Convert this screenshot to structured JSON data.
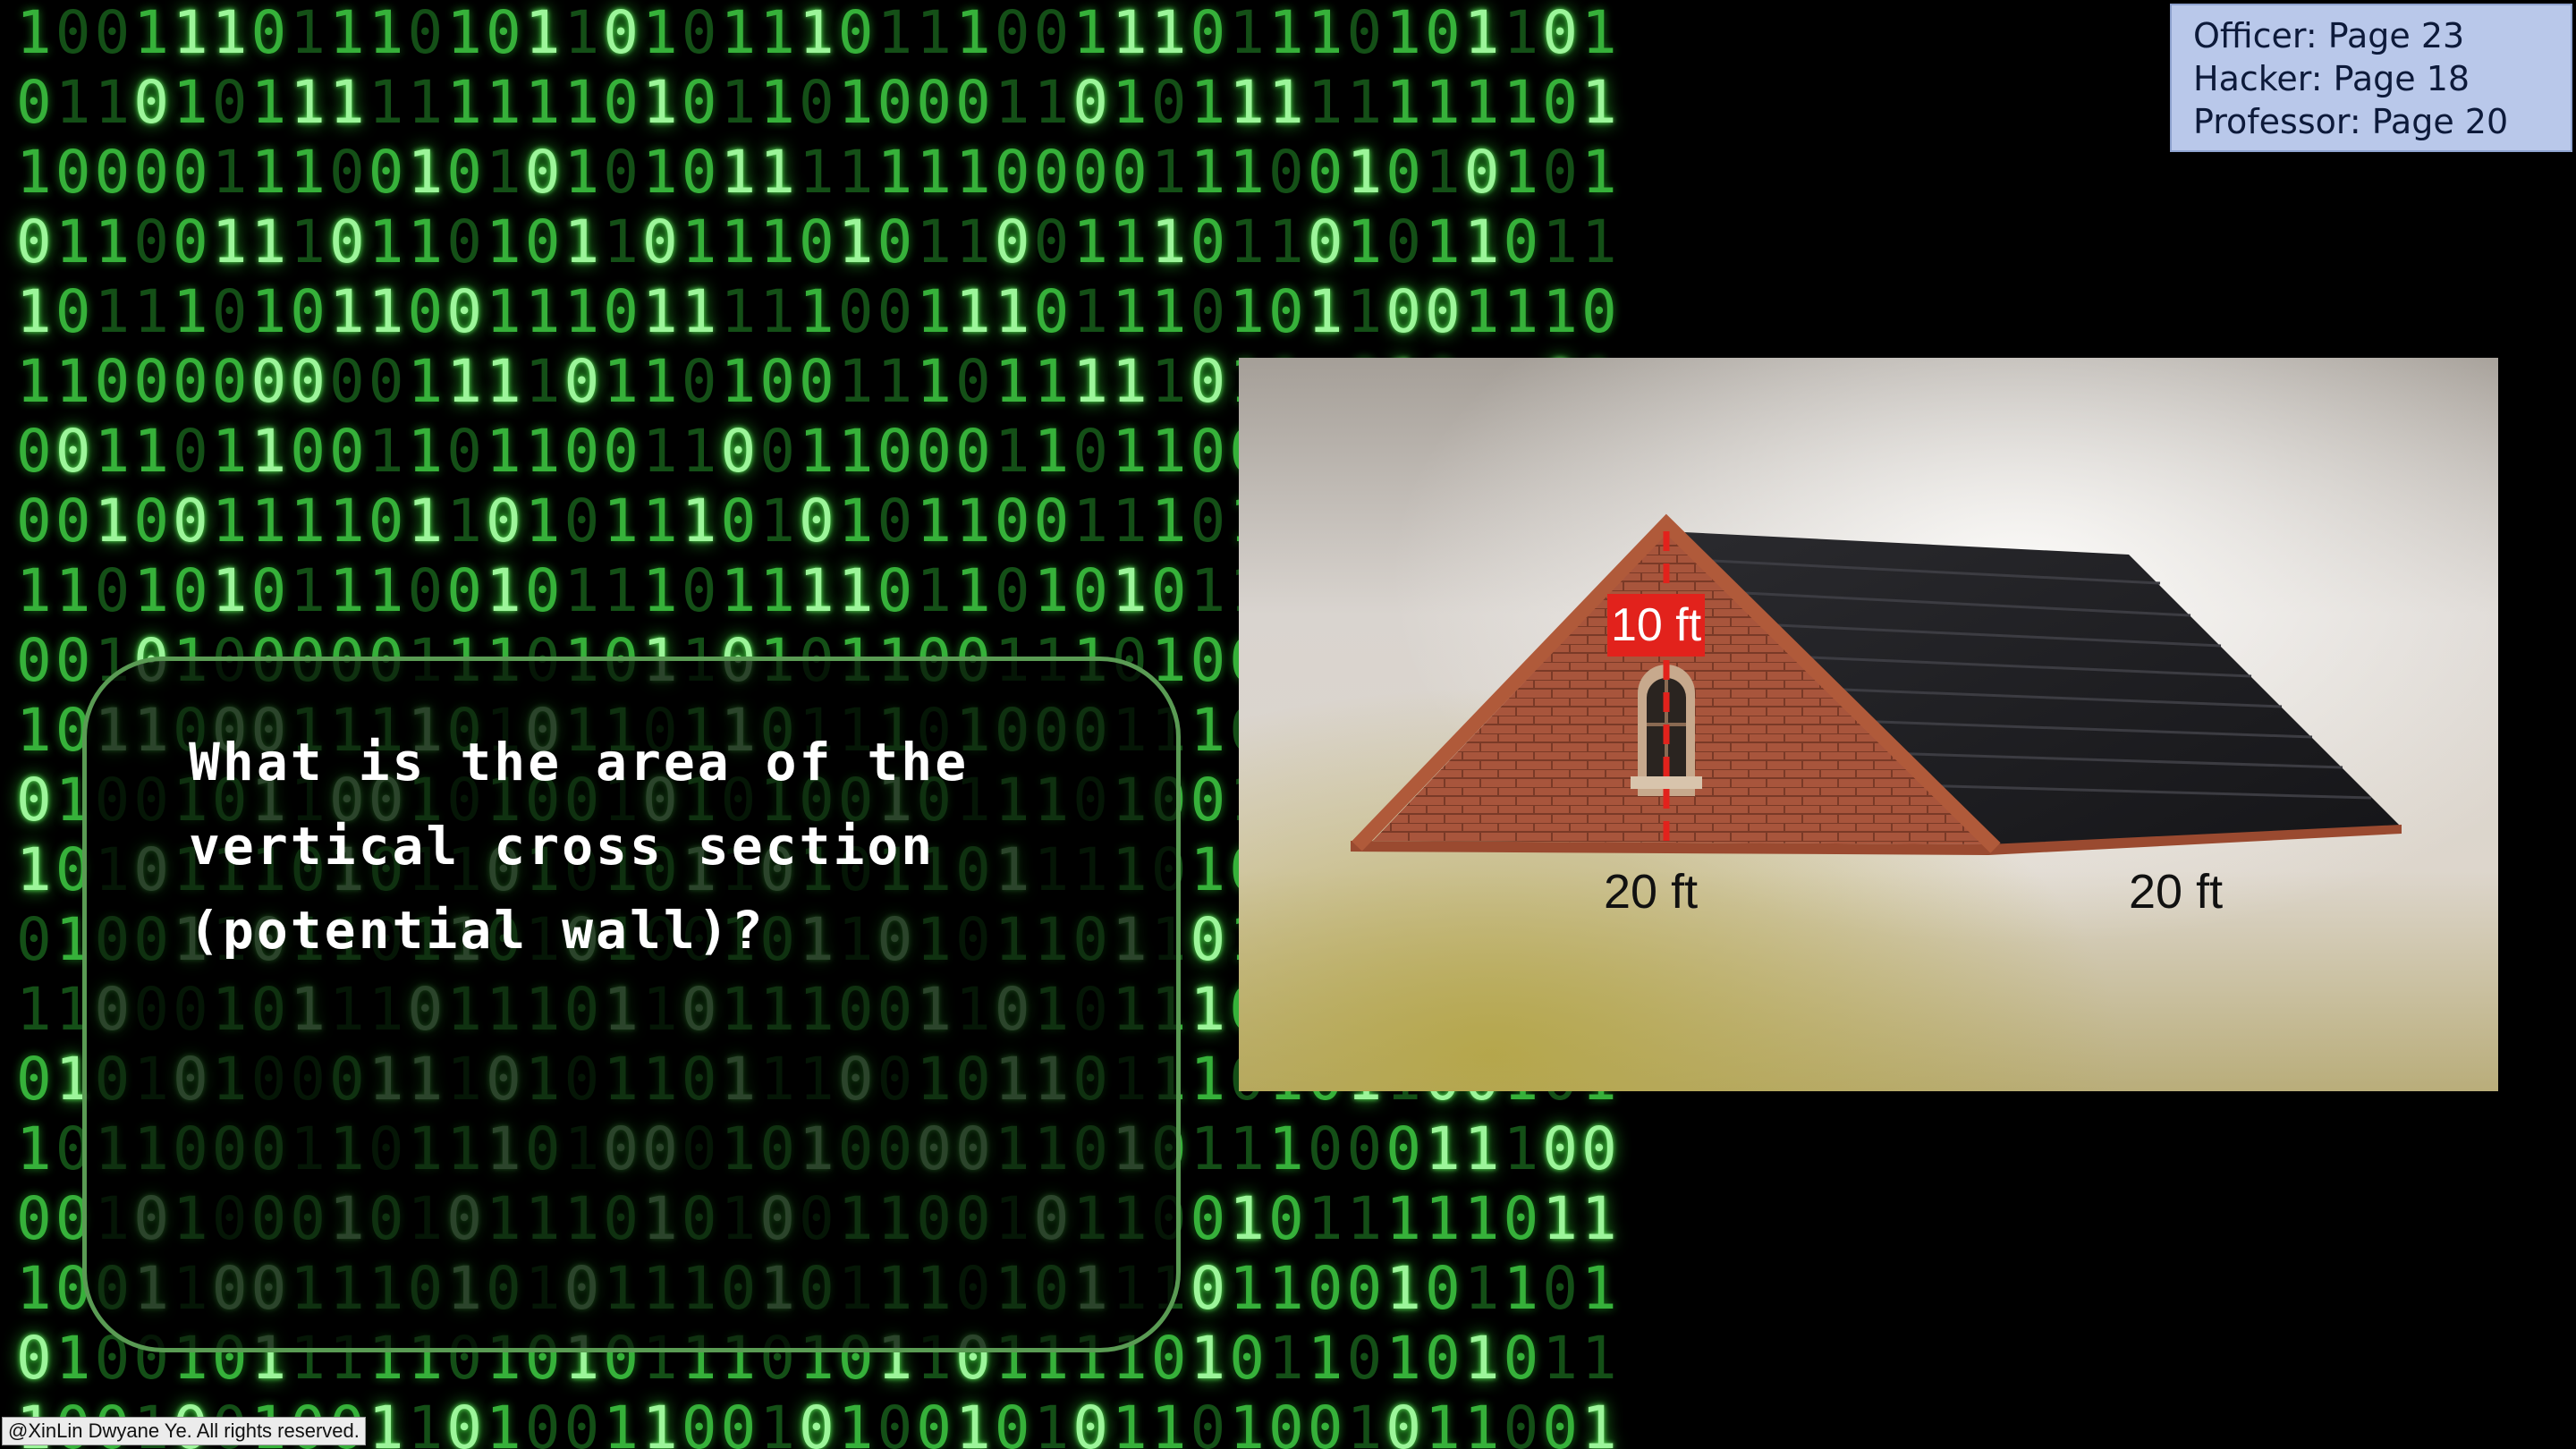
{
  "page_reference": {
    "lines": [
      "Officer: Page 23",
      "Hacker: Page 18",
      "Professor: Page 20"
    ],
    "background_color": "#b9c8ea"
  },
  "question": {
    "lines": [
      "What is the area of the",
      "vertical cross section",
      "(potential wall)?"
    ]
  },
  "diagram": {
    "height_label": "10 ft",
    "base_label_front": "20 ft",
    "base_label_side": "20 ft",
    "accent_color": "#e2221c"
  },
  "copyright": "@XinLin Dwyane Ye. All rights reserved.",
  "colors": {
    "matrix_green": "#36b13a",
    "panel_border": "#5a9b54"
  },
  "background_digits": [
    "10011101110101101011101110011101110101101",
    "01101011111111101011010001101011111111101",
    "10000111001010101011111110000111001010101",
    "01100111011010110111010110011101101011011",
    "10111010110011101111100111011101011001110",
    "11000000001111011010011101111101100101101",
    "00110110011011001100110001101100110110011",
    "00100111101101011101010110011101011011010",
    "11010101110010111011110110101011100101110",
    "00101000001110101101011001110100010110101",
    "10110001111010110110111010001110110111011",
    "01001011001010010101001011101001010100110",
    "10101110101101010110101101111010110101011",
    "01001101101101010010110101101101001011100",
    "11000101110111011011100110101110111101110",
    "01010100011101011011100101101110101100101",
    "10110001101110100010100001101011100011100",
    "00101000101011101010011001011001011111011",
    "10011001110101011101011101011101100101101",
    "01001011111010101110101101111010110101011",
    "10010010011010011001010010101101001011001"
  ]
}
